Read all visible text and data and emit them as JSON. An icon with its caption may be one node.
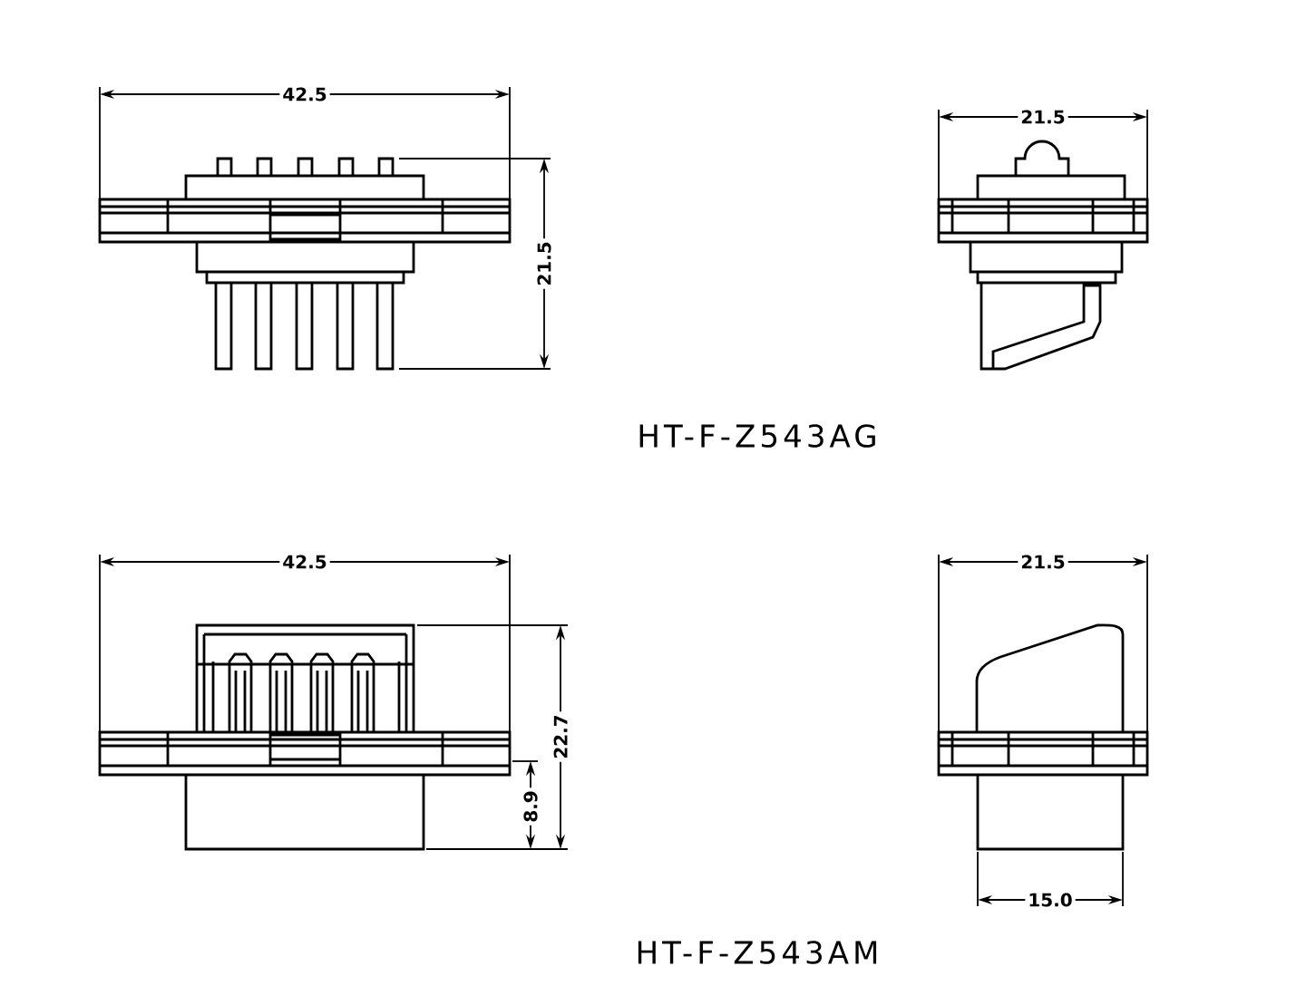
{
  "diagram": {
    "labels": [
      "42.5",
      "21.5",
      "21.5",
      "HT-F-Z543AG",
      "42.5",
      "21.5",
      "22.7",
      "8.9",
      "15.0",
      "HT-F-Z543AM"
    ]
  }
}
